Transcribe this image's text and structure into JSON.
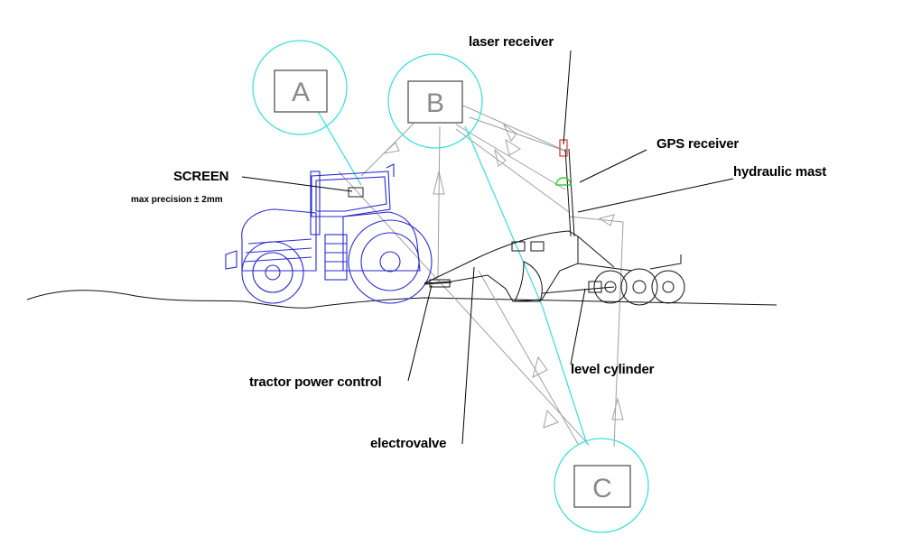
{
  "nodes": {
    "a": "A",
    "b": "B",
    "c": "C"
  },
  "labels": {
    "laser_receiver": "laser receiver",
    "gps_receiver": "GPS  receiver",
    "hydraulic_mast": "hydraulic mast",
    "screen": "SCREEN",
    "screen_precision": "max precision ± 2mm",
    "tractor_power_control": "tractor power control",
    "level_cylinder": "level cylinder",
    "electrovalve": "electrovalve"
  },
  "colors": {
    "tractor": "#2a2ad0",
    "node_circle": "#44dede",
    "signal_line": "#a0a0a0",
    "gps_receiver": "#33cc33",
    "laser_receiver": "#e03030"
  }
}
